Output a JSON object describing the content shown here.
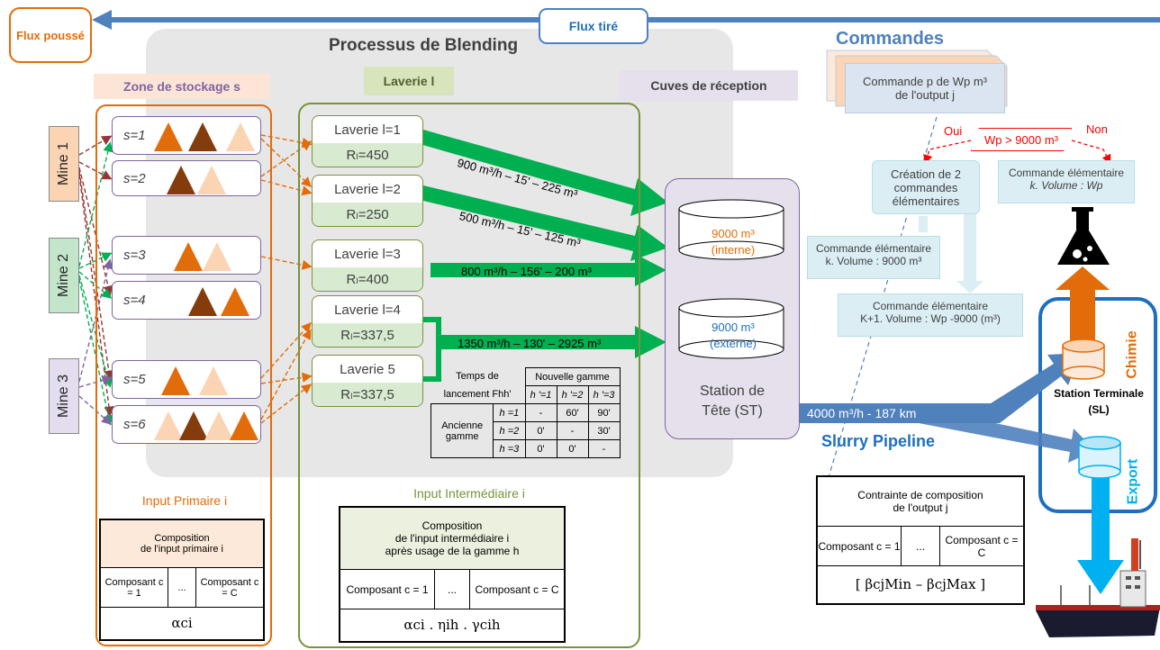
{
  "flux_pousse": "Flux poussé",
  "flux_tire": "Flux tiré",
  "title": "Processus de Blending",
  "zone_stockage": "Zone de stockage s",
  "laverie_header": "Laverie l",
  "cuves_header": "Cuves de réception",
  "commandes": "Commandes",
  "mines": [
    "Mine 1",
    "Mine 2",
    "Mine 3"
  ],
  "stocks": [
    "s=1",
    "s=2",
    "s=3",
    "s=4",
    "s=5",
    "s=6"
  ],
  "laveries": [
    {
      "name": "Laverie l=1",
      "r": "Rₗ=450"
    },
    {
      "name": "Laverie l=2",
      "r": "Rₗ=250"
    },
    {
      "name": "Laverie l=3",
      "r": "Rₗ=400"
    },
    {
      "name": "Laverie l=4",
      "r": "Rₗ=337,5"
    },
    {
      "name": "Laverie 5",
      "r": "Rₗ=337,5"
    }
  ],
  "flows": [
    "900 m³/h – 15' – 225 m³",
    "500 m³/h – 15' – 125 m³",
    "800 m³/h – 156' – 200 m³",
    "1350 m³/h – 130' – 2925 m³"
  ],
  "tanks": [
    {
      "vol": "9000 m³",
      "type": "(interne)"
    },
    {
      "vol": "9000 m³",
      "type": "(externe)"
    }
  ],
  "station_tete": "Station de Tête (ST)",
  "gamme_table": {
    "temps": "Temps de lancement Fhh'",
    "nouvelle": "Nouvelle gamme",
    "ancienne": "Ancienne gamme",
    "cols": [
      "h '=1",
      "h '=2",
      "h '=3"
    ],
    "rows": [
      {
        "h": "h =1",
        "v": [
          "-",
          "60'",
          "90'"
        ]
      },
      {
        "h": "h =2",
        "v": [
          "0'",
          "-",
          "30'"
        ]
      },
      {
        "h": "h =3",
        "v": [
          "0'",
          "0'",
          "-"
        ]
      }
    ]
  },
  "input_primaire": {
    "label": "Input Primaire i",
    "title1": "Composition",
    "title2": "de l'input primaire i",
    "comp1": "Composant c = 1",
    "dots": "...",
    "compC": "Composant c = C",
    "formula": "αci"
  },
  "input_intermediaire": {
    "label": "Input Intermédiaire i",
    "title1": "Composition",
    "title2": "de l'input intermédiaire i",
    "title3": "après usage de la gamme h",
    "comp1": "Composant c = 1",
    "dots": "...",
    "compC": "Composant c = C",
    "formula": "αci . ηih . γcih"
  },
  "commande_box": "Commande p de Wp m³ de l'output j",
  "condition": "Wp > 9000 m³",
  "oui": "Oui",
  "non": "Non",
  "creation": "Création de 2 commandes élémentaires",
  "cmd_elem_top": {
    "line1": "Commande élémentaire",
    "line2": "k. Volume : Wp"
  },
  "cmd_elem_k": {
    "line1": "Commande élémentaire",
    "line2": "k. Volume : 9000 m³"
  },
  "cmd_elem_k1": {
    "line1": "Commande élémentaire",
    "line2": "K+1. Volume : Wp -9000 (m³)"
  },
  "pipeline_flow": "4000 m³/h - 187 km",
  "slurry": "Slurry Pipeline",
  "chimie": "Chimie",
  "export": "Export",
  "station_terminale": "Station Terminale (SL)",
  "contrainte": {
    "title1": "Contrainte de composition",
    "title2": "de l'output j",
    "comp1": "Composant c = 1",
    "dots": "...",
    "compC": "Composant c = C",
    "formula": "[ βcjMin – βcjMax ]"
  },
  "colors": {
    "orange": "#e36c0a",
    "green": "#00b050",
    "purple": "#8064a2",
    "blue": "#4f81bd",
    "sky": "#00b0f0",
    "olive": "#77933c"
  }
}
